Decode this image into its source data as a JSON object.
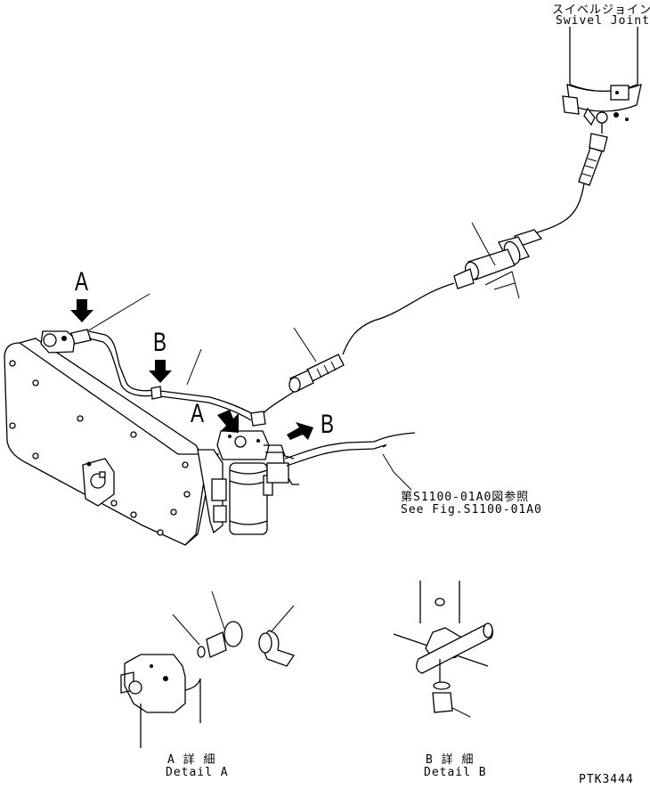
{
  "labels": {
    "swivel_jp": "スイベルジョイント",
    "swivel_en": "Swivel Joint",
    "ref_jp": "第S1100-01A0図参照",
    "ref_en": "See Fig.S1100-01A0",
    "marker_a_top": "A",
    "marker_b_top": "B",
    "marker_a_mid": "A",
    "marker_b_mid": "B",
    "detail_a_jp": "A 詳 細",
    "detail_a_en": "Detail A",
    "detail_b_jp": "B 詳 細",
    "detail_b_en": "Detail B",
    "drawing_code": "PTK3444"
  },
  "colors": {
    "line": "#000000",
    "background": "#ffffff"
  }
}
